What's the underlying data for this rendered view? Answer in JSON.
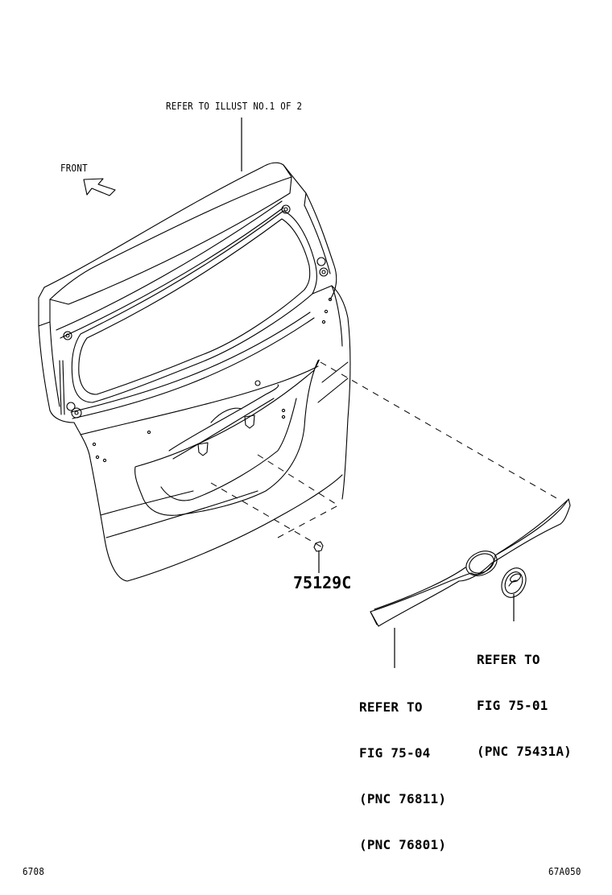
{
  "diagram": {
    "type": "parts-illustration",
    "subject": "back door (liftgate) with outside garnish and emblem",
    "colors": {
      "line": "#000000",
      "background": "#ffffff"
    }
  },
  "labels": {
    "refer_illust": "REFER TO ILLUST NO.1 OF 2",
    "front": "FRONT",
    "front_arrow_icon": "front-direction-arrow",
    "part_number": "75129C",
    "emblem_ref": {
      "line1": "REFER TO",
      "line2": "FIG 75-01",
      "line3": "(PNC 75431A)"
    },
    "garnish_ref": {
      "line1": "REFER TO",
      "line2": "FIG 75-04",
      "line3": "(PNC 76811)",
      "line4": "(PNC 76801)"
    }
  },
  "footer": {
    "left_code": "6708",
    "right_code": "67A050"
  }
}
